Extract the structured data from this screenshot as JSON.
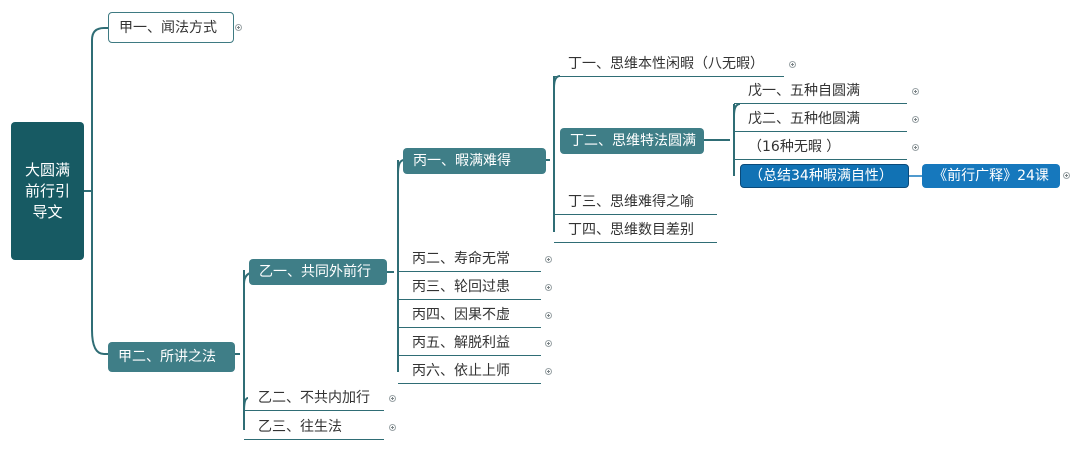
{
  "root": {
    "label": "大圆满前行引导文"
  },
  "jia1": {
    "label": "甲一、闻法方式"
  },
  "jia2": {
    "label": "甲二、所讲之法"
  },
  "yi1": {
    "label": "乙一、共同外前行"
  },
  "yi2": {
    "label": "乙二、不共内加行"
  },
  "yi3": {
    "label": "乙三、往生法"
  },
  "bing": [
    {
      "label": "丙一、暇满难得"
    },
    {
      "label": "丙二、寿命无常"
    },
    {
      "label": "丙三、轮回过患"
    },
    {
      "label": "丙四、因果不虚"
    },
    {
      "label": "丙五、解脱利益"
    },
    {
      "label": "丙六、依止上师"
    }
  ],
  "ding": [
    {
      "label": "丁一、思维本性闲暇（八无暇）"
    },
    {
      "label": "丁二、思维特法圆满"
    },
    {
      "label": "丁三、思维难得之喻"
    },
    {
      "label": "丁四、思维数目差别"
    }
  ],
  "wu": [
    {
      "label": "戊一、五种自圆满"
    },
    {
      "label": "戊二、五种他圆满"
    },
    {
      "label": "（16种无暇 ）"
    },
    {
      "label": "（总结34种暇满自性）"
    }
  ],
  "ref": {
    "label": "《前行广释》24课"
  },
  "colors": {
    "line": "#2f6d75",
    "root": "#175a63",
    "filled": "#3f7e87",
    "highlight": "#1678bd"
  }
}
